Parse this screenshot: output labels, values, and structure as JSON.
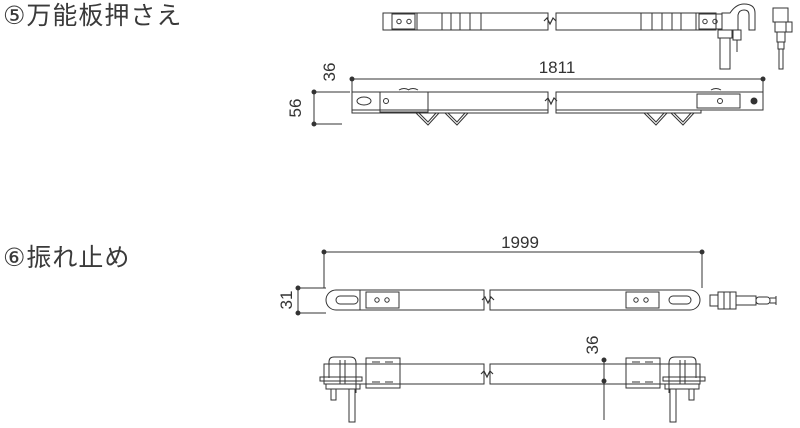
{
  "items": [
    {
      "title": "⑤万能板押さえ",
      "dims": {
        "length": "1811",
        "height": "56",
        "offset": "36"
      }
    },
    {
      "title": "⑥振れ止め",
      "dims": {
        "length": "1999",
        "height": "31",
        "offset": "36"
      }
    }
  ]
}
